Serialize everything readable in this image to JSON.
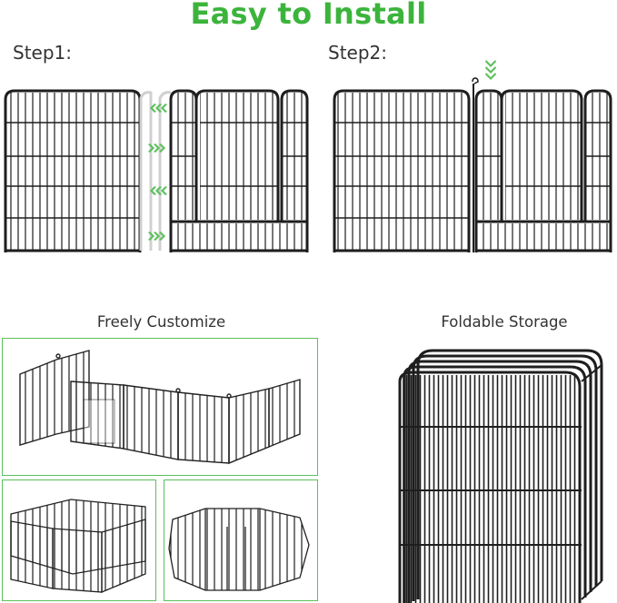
{
  "title": "Easy to Install",
  "steps": [
    {
      "label": "Step1:"
    },
    {
      "label": "Step2:"
    }
  ],
  "sections": {
    "customize": "Freely Customize",
    "storage": "Foldable Storage"
  },
  "colors": {
    "accent": "#3cb43c",
    "frame": "#5cbf5c",
    "metal": "#1e1e1e"
  },
  "icons": [
    "double-chevron-right-icon",
    "double-chevron-left-icon",
    "double-chevron-down-icon"
  ]
}
